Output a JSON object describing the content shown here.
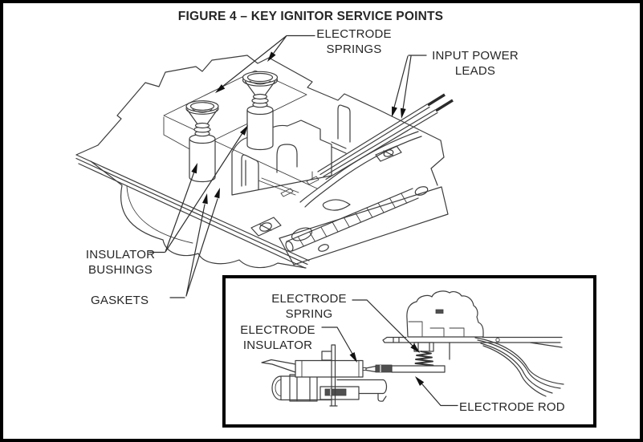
{
  "figure": {
    "title": "FIGURE 4 – KEY IGNITOR SERVICE POINTS"
  },
  "main_diagram": {
    "description": "isometric line drawing of key ignitor assembly",
    "callouts": {
      "electrode_springs": {
        "line1": "ELECTRODE",
        "line2": "SPRINGS"
      },
      "input_power_leads": {
        "line1": "INPUT POWER",
        "line2": "LEADS"
      },
      "insulator_bushings": {
        "line1": "INSULATOR",
        "line2": "BUSHINGS"
      },
      "gaskets": "GASKETS"
    }
  },
  "inset_diagram": {
    "description": "electrode assembly detail",
    "callouts": {
      "electrode_spring": {
        "line1": "ELECTRODE",
        "line2": "SPRING"
      },
      "electrode_insulator": {
        "line1": "ELECTRODE",
        "line2": "INSULATOR"
      },
      "electrode_rod": "ELECTRODE ROD"
    }
  },
  "colors": {
    "line_art": "#3d3d3d",
    "text": "#262626",
    "border": "#000000",
    "background": "#ffffff",
    "arrow_fill": "#111111"
  }
}
